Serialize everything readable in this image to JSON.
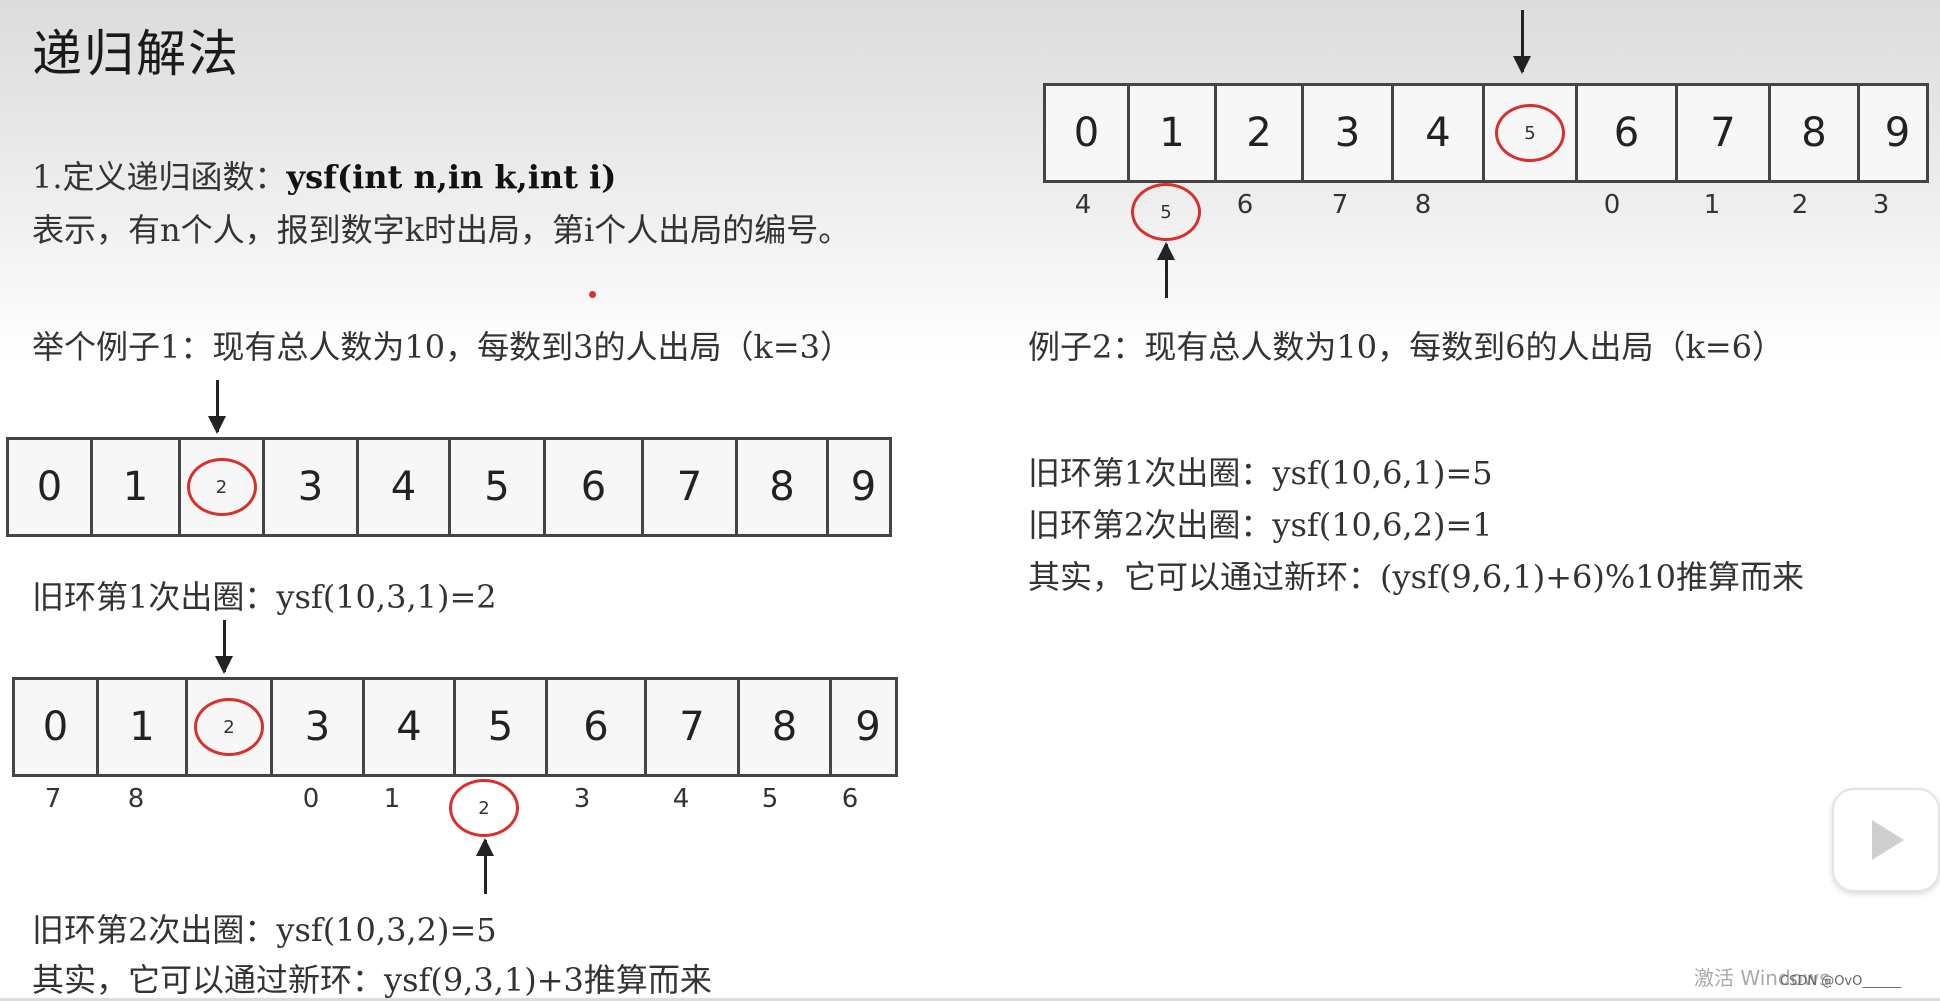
{
  "title": "递归解法",
  "def": {
    "prefix": "1.定义递归函数：",
    "signature": "ysf(int n,in k,int i)",
    "desc": "表示，有n个人，报到数字k时出局，第i个人出局的编号。"
  },
  "example1": {
    "label": "举个例子1：现有总人数为10，每数到3的人出局（k=3）",
    "row1": [
      "0",
      "1",
      "2",
      "3",
      "4",
      "5",
      "6",
      "7",
      "8",
      "9"
    ],
    "line1": "旧环第1次出圈：ysf(10,3,1)=2",
    "row2": [
      "0",
      "1",
      "2",
      "3",
      "4",
      "5",
      "6",
      "7",
      "8",
      "9"
    ],
    "row2_below": [
      "7",
      "8",
      "",
      "0",
      "1",
      "2",
      "3",
      "4",
      "5",
      "6"
    ],
    "line2": "旧环第2次出圈：ysf(10,3,2)=5",
    "line3": "其实，它可以通过新环：ysf(9,3,1)+3推算而来"
  },
  "example2": {
    "row": [
      "0",
      "1",
      "2",
      "3",
      "4",
      "5",
      "6",
      "7",
      "8",
      "9"
    ],
    "row_below": [
      "4",
      "5",
      "6",
      "7",
      "8",
      "",
      "0",
      "1",
      "2",
      "3"
    ],
    "label": "例子2：现有总人数为10，每数到6的人出局（k=6）",
    "line1": "旧环第1次出圈：ysf(10,6,1)=5",
    "line2": "旧环第2次出圈：ysf(10,6,2)=1",
    "line3": "其实，它可以通过新环：(ysf(9,6,1)+6)%10推算而来"
  },
  "overlay": {
    "watermark": "激活 Windows",
    "credit": "CSDN @OvO______"
  },
  "colors": {
    "circle": "#d9302c",
    "border": "#444444"
  },
  "icons": {
    "play": "play-icon"
  }
}
